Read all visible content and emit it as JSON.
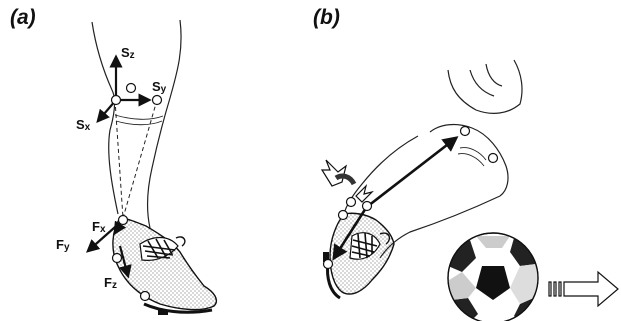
{
  "panels": {
    "a": {
      "label": "(a)",
      "axes": {
        "sz": {
          "main": "S",
          "sub": "z"
        },
        "sy": {
          "main": "S",
          "sub": "y"
        },
        "sx": {
          "main": "S",
          "sub": "x"
        },
        "fx": {
          "main": "F",
          "sub": "x"
        },
        "fy": {
          "main": "F",
          "sub": "y"
        },
        "fz": {
          "main": "F",
          "sub": "z"
        }
      }
    },
    "b": {
      "label": "(b)"
    }
  },
  "icons": {
    "shank-frame": "coordinate-axes-icon",
    "foot-frame": "coordinate-axes-icon",
    "ball": "soccer-ball-icon",
    "direction": "hollow-arrow-right-icon"
  },
  "colors": {
    "line": "#111111",
    "markers": "#ffffff",
    "fill_light": "#f2f2f2"
  }
}
